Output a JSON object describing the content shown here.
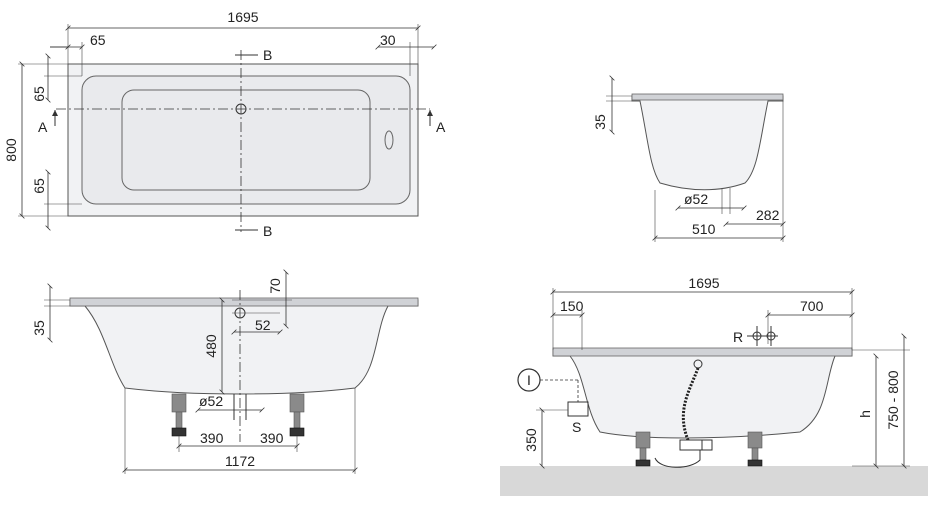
{
  "top_view": {
    "length_label": "1695",
    "left_offset_label": "65",
    "right_offset_label": "30",
    "top_offset_label": "65",
    "bottom_offset_label": "65",
    "width_label": "800",
    "section_b_top": "B",
    "section_b_bottom": "B",
    "section_a_left": "A",
    "section_a_right": "A"
  },
  "side_section_small": {
    "rim_height_label": "35",
    "drain_diameter_label": "ø52",
    "drain_offset_label": "282",
    "width_label": "510"
  },
  "front_section": {
    "rim_height_label": "35",
    "top_label": "70",
    "drain_label": "52",
    "depth_label": "480",
    "drain_diameter_label": "ø52",
    "leg_left_label": "390",
    "leg_right_label": "390",
    "base_width_label": "1172"
  },
  "installation_view": {
    "length_label": "1695",
    "left_offset_label": "150",
    "right_offset_label": "700",
    "r_label": "R",
    "i_label": "I",
    "s_label": "S",
    "floor_height_label": "350",
    "h_label": "h",
    "height_range_label": "750 - 800"
  }
}
